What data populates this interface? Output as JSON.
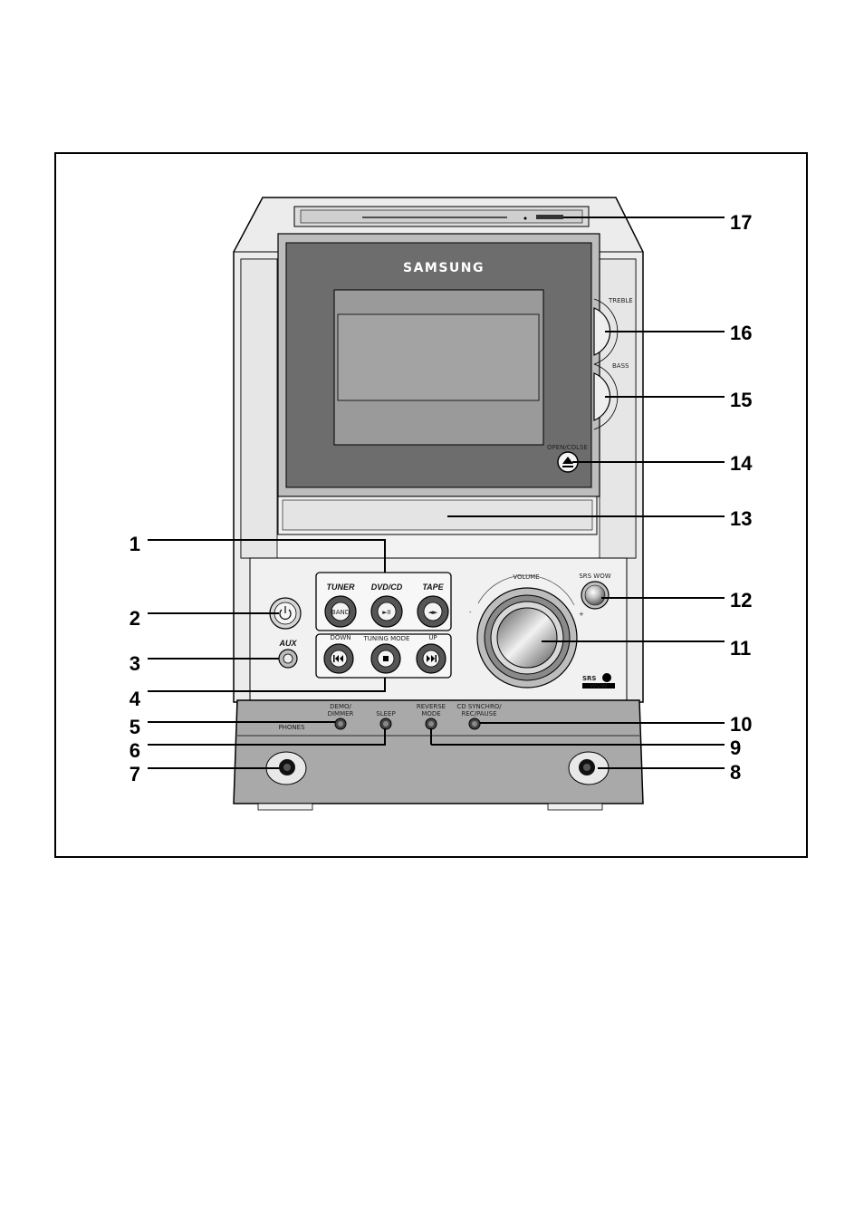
{
  "brand": "SAMSUNG",
  "labels": {
    "treble": "TREBLE",
    "bass": "BASS",
    "open_close": "OPEN/COLSE",
    "tuner": "TUNER",
    "dvd_cd": "DVD/CD",
    "tape": "TAPE",
    "band": "BAND",
    "play_pause": "►II",
    "tape_dir": "◄►",
    "down": "DOWN",
    "tuning_mode": "TUNING MODE",
    "up": "UP",
    "aux": "AUX",
    "volume": "VOLUME",
    "minus": "-",
    "plus": "+",
    "srs_wow": "SRS WOW",
    "srs_logo": "SRS",
    "srs_sub": "WOW",
    "phones": "PHONES",
    "demo_dimmer_1": "DEMO/",
    "demo_dimmer_2": "DIMMER",
    "sleep": "SLEEP",
    "reverse_mode_1": "REVERSE",
    "reverse_mode_2": "MODE",
    "cd_synchro_1": "CD SYNCHRO/",
    "cd_synchro_2": "REC/PAUSE"
  },
  "callouts": [
    "1",
    "2",
    "3",
    "4",
    "5",
    "6",
    "7",
    "8",
    "9",
    "10",
    "11",
    "12",
    "13",
    "14",
    "15",
    "16",
    "17"
  ]
}
